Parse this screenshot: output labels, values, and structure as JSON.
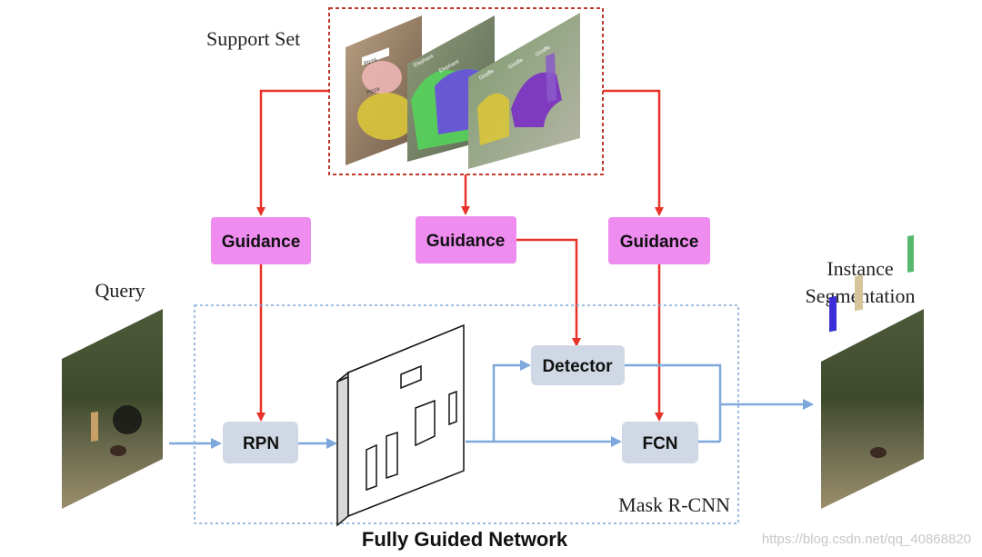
{
  "labels": {
    "support_set": "Support Set",
    "query": "Query",
    "instance_segmentation_line1": "Instance",
    "instance_segmentation_line2": "Segmentation",
    "mask_rcnn": "Mask R-CNN",
    "footer_title": "Fully Guided Network",
    "watermark": "https://blog.csdn.net/qq_40868820"
  },
  "guidance_boxes": [
    {
      "label": "Guidance"
    },
    {
      "label": "Guidance"
    },
    {
      "label": "Guidance"
    }
  ],
  "modules": {
    "rpn": "RPN",
    "detector": "Detector",
    "fcn": "FCN"
  },
  "support_images": {
    "pizza_tags": [
      "Pizza",
      "Pizza"
    ],
    "elephant_tags": [
      "Elephant",
      "Elephant"
    ],
    "giraffe_tags": [
      "Giraffe",
      "Giraffe",
      "Giraffe"
    ]
  },
  "colors": {
    "guidance_fill": "#ee8cf0",
    "module_fill": "#cfd8e4",
    "red_arrow": "#e8322a",
    "blue_arrow": "#7ea7dc",
    "support_border": "#c0392b",
    "network_border": "#7fa6d6"
  }
}
